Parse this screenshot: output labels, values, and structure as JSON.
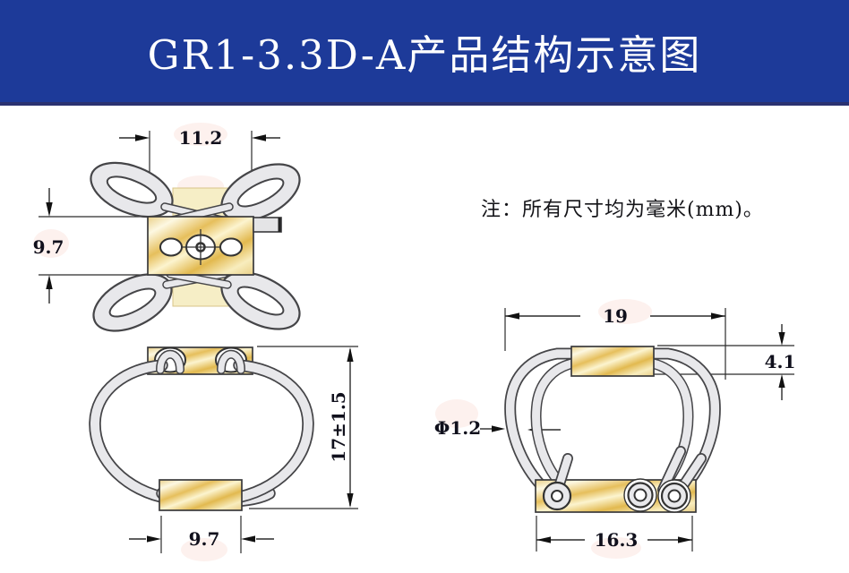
{
  "header": {
    "title": "GR1-3.3D-A产品结构示意图"
  },
  "note": {
    "text": "注：所有尺寸均为毫米(mm)。"
  },
  "views": {
    "top": {
      "label": "top-view",
      "dims": {
        "width": "11.2",
        "height": "9.7"
      }
    },
    "front": {
      "label": "front-view",
      "dims": {
        "height": "17±1.5",
        "base_width": "9.7"
      }
    },
    "side": {
      "label": "side-view",
      "dims": {
        "overall_width": "19",
        "bar_height": "4.1",
        "wire_diameter": "Φ1.2",
        "base_width": "16.3"
      }
    }
  },
  "colors": {
    "banner": "#1d3a99",
    "banner_border": "#2a3170",
    "gold_dark": "#e2b94f",
    "gold_pale": "#fdf8e2",
    "gold_band": "#f6eec6",
    "wire_fill": "#e8e8eb",
    "wire_outline": "#454548",
    "line": "#2b2b2b"
  }
}
